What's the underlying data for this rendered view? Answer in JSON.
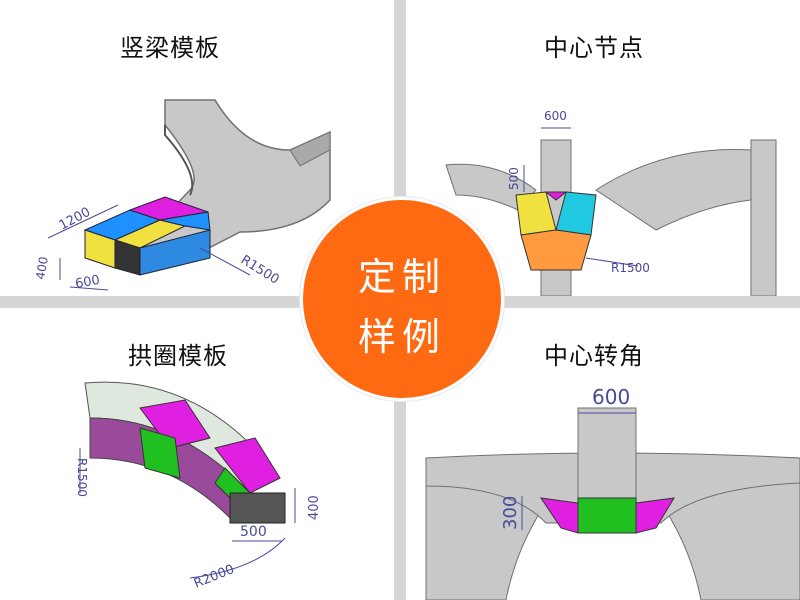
{
  "panels": {
    "vertical_beam": {
      "title": "竖梁模板",
      "dims": {
        "length": "1200",
        "height": "400",
        "width": "600",
        "radius": "R1500"
      }
    },
    "center_node": {
      "title": "中心节点",
      "dims": {
        "width": "600",
        "height": "500",
        "radius": "R1500"
      }
    },
    "arch_ring": {
      "title": "拱圈模板",
      "dims": {
        "radius_inner": "R1500",
        "height": "400",
        "width": "500",
        "radius_outer": "R2000"
      }
    },
    "center_corner": {
      "title": "中心转角",
      "dims": {
        "width": "600",
        "height": "300"
      }
    }
  },
  "badge": {
    "line1": "定制",
    "line2": "样例"
  },
  "colors": {
    "accent": "#fe6a12",
    "concrete": "#c8c8c8",
    "blue": "#1e90ff",
    "magenta": "#e020e0",
    "yellow": "#f0e040",
    "cyan": "#20c8e0",
    "orange": "#ff9a40",
    "green": "#20c020",
    "dimension": "#4a4a9a"
  }
}
